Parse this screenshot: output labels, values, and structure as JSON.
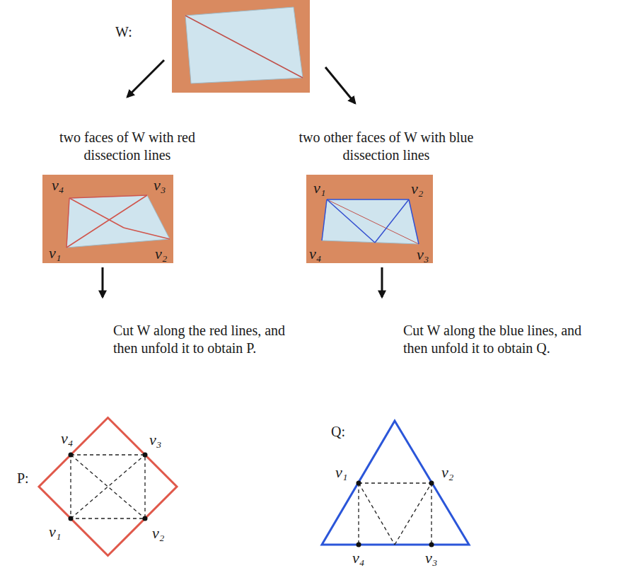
{
  "diagram": {
    "labels": [
      "W:",
      "two faces of W with red dissection lines",
      "two other faces of W with blue dissection lines",
      "v₄",
      "v₃",
      "v₁",
      "v₂",
      "v₁",
      "v₂",
      "v₄",
      "v₃",
      "Cut W along the red lines, and then unfold it to obtain P.",
      "Cut W along the blue lines, and then unfold it to obtain Q.",
      "P:",
      "v₄",
      "v₃",
      "v₁",
      "v₂",
      "Q:",
      "v₁",
      "v₂",
      "v₄",
      "v₃"
    ]
  }
}
